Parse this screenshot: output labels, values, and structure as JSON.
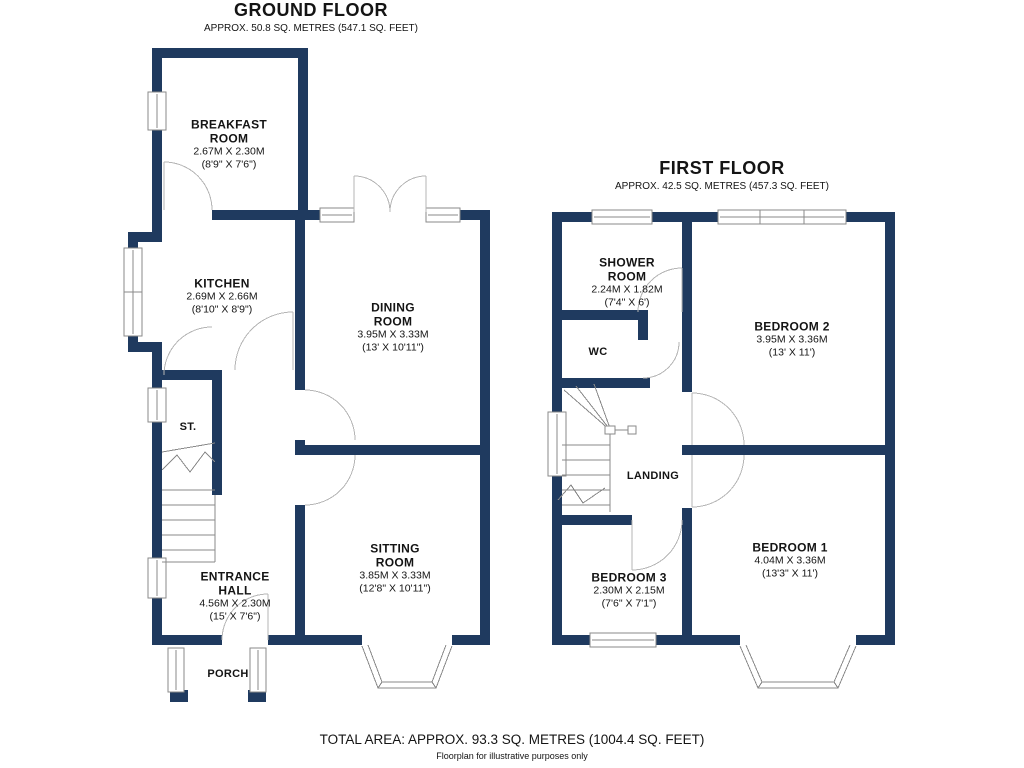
{
  "colors": {
    "wall": "#1f3a5f",
    "line": "#8a8a8a",
    "text": "#141414"
  },
  "ground_floor": {
    "title": "GROUND FLOOR",
    "subtitle": "APPROX. 50.8 SQ. METRES (547.1 SQ. FEET)",
    "rooms": {
      "breakfast": {
        "name": "BREAKFAST\nROOM",
        "metric": "2.67M X 2.30M",
        "imperial": "(8'9\" X 7'6\")"
      },
      "kitchen": {
        "name": "KITCHEN",
        "metric": "2.69M X 2.66M",
        "imperial": "(8'10\" X 8'9\")"
      },
      "dining": {
        "name": "DINING\nROOM",
        "metric": "3.95M X 3.33M",
        "imperial": "(13' X 10'11\")"
      },
      "sitting": {
        "name": "SITTING\nROOM",
        "metric": "3.85M X 3.33M",
        "imperial": "(12'8\" X 10'11\")"
      },
      "entrance": {
        "name": "ENTRANCE\nHALL",
        "metric": "4.56M X 2.30M",
        "imperial": "(15' X 7'6\")"
      },
      "store": {
        "name": "ST."
      },
      "porch": {
        "name": "PORCH"
      }
    }
  },
  "first_floor": {
    "title": "FIRST FLOOR",
    "subtitle": "APPROX. 42.5 SQ. METRES (457.3 SQ. FEET)",
    "rooms": {
      "shower": {
        "name": "SHOWER\nROOM",
        "metric": "2.24M X 1.82M",
        "imperial": "(7'4\" X 6')"
      },
      "wc": {
        "name": "WC"
      },
      "bedroom2": {
        "name": "BEDROOM 2",
        "metric": "3.95M X 3.36M",
        "imperial": "(13' X 11')"
      },
      "landing": {
        "name": "LANDING"
      },
      "bedroom1": {
        "name": "BEDROOM 1",
        "metric": "4.04M X 3.36M",
        "imperial": "(13'3\" X 11')"
      },
      "bedroom3": {
        "name": "BEDROOM 3",
        "metric": "2.30M X 2.15M",
        "imperial": "(7'6\" X 7'1\")"
      }
    }
  },
  "footer": {
    "total_area": "TOTAL AREA: APPROX. 93.3 SQ. METRES (1004.4 SQ. FEET)",
    "disclaimer": "Floorplan for illustrative purposes only"
  }
}
